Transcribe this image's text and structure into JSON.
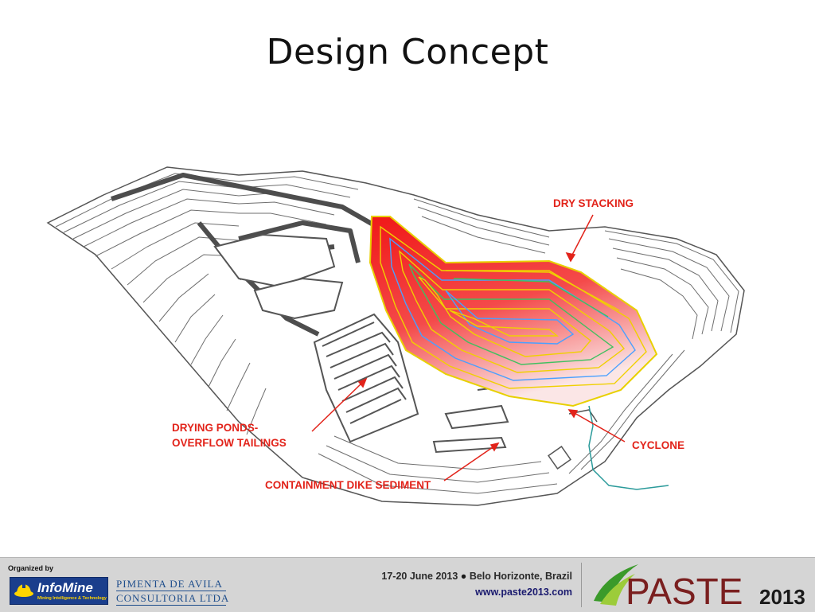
{
  "slide": {
    "title": "Design Concept"
  },
  "callouts": {
    "dry_stacking": "DRY STACKING",
    "drying_ponds_line1": "DRYING PONDS-",
    "drying_ponds_line2": "OVERFLOW TAILINGS",
    "cyclone": "CYCLONE",
    "containment_dike": "CONTAINMENT DIKE SEDIMENT"
  },
  "colors": {
    "callout_red": "#e2231a",
    "stack_red": "#f22020",
    "contour_grey": "#6e6e6e",
    "footer_gray": "#d5d5d5",
    "paste_maroon": "#7a1f1f",
    "paste_green": "#3a9a2a"
  },
  "footer": {
    "organized_by": "Organized by",
    "infomine_name": "InfoMine",
    "infomine_tagline": "Mining Intelligence & Technology",
    "pimenta_line1": "PIMENTA DE AVILA",
    "pimenta_line2": "CONSULTORIA LTDA",
    "event_date": "17-20 June 2013",
    "event_location": "Belo Horizonte, Brazil",
    "event_url": "www.paste2013.com",
    "paste_word": "PASTE",
    "paste_year": "2013"
  }
}
